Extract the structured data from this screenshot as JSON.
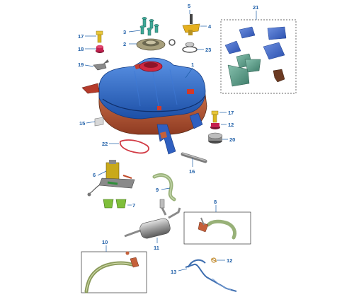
{
  "diagram": {
    "callouts": {
      "c1": "1",
      "c2": "2",
      "c3": "3",
      "c4": "4",
      "c5": "5",
      "c6": "6",
      "c7": "7",
      "c8": "8",
      "c9": "9",
      "c10": "10",
      "c11": "11",
      "c12a": "12",
      "c12b": "12",
      "c13": "13",
      "c15": "15",
      "c16": "16",
      "c17a": "17",
      "c17b": "17",
      "c18": "18",
      "c19": "19",
      "c20": "20",
      "c21": "21",
      "c22": "22",
      "c23": "23"
    },
    "colors": {
      "callout": "#1f5fa8",
      "tank_top": "#2f6fd0",
      "tank_bottom": "#c5603a",
      "pump_ring": "#d02840",
      "hose_green": "#8fae6a",
      "filter_grey": "#a6a6a6",
      "pad_blue": "#3a62c4",
      "pad_teal": "#5b9f8c"
    }
  }
}
